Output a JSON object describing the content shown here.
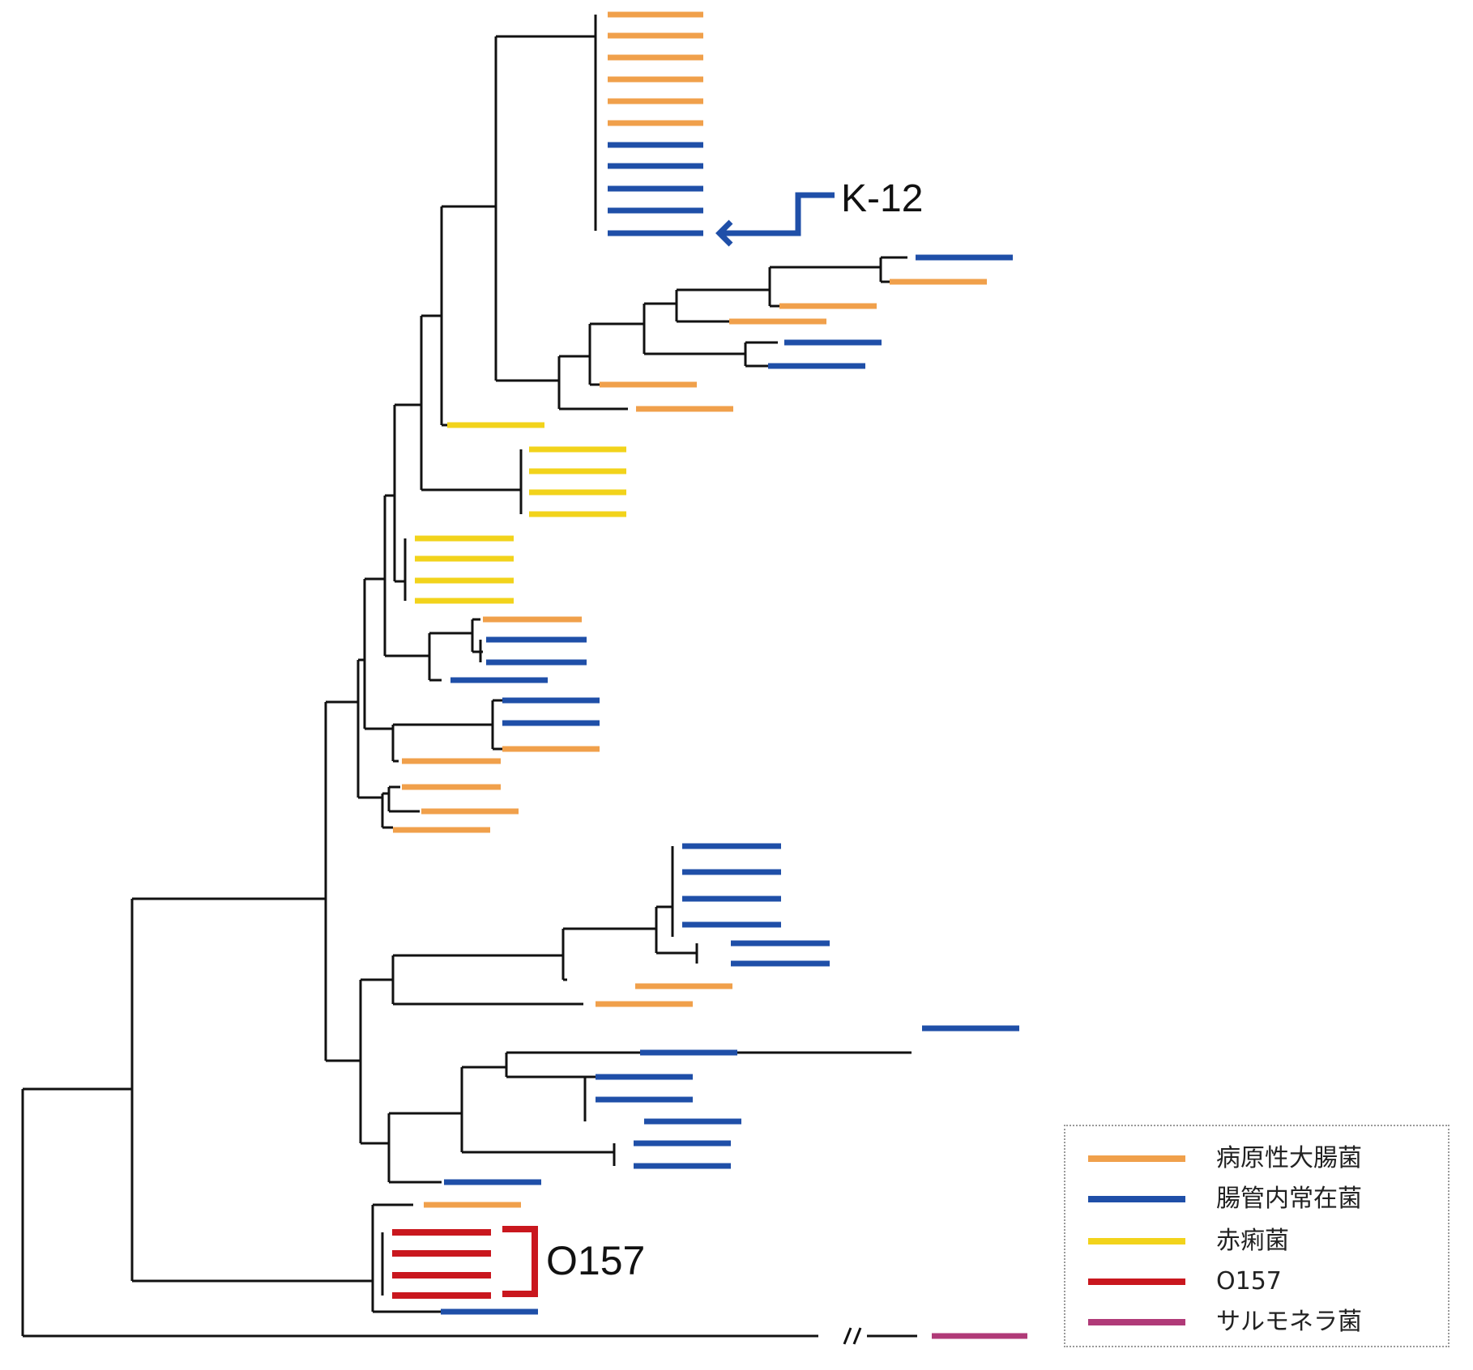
{
  "labels": {
    "k12": "K-12",
    "o157": "O157"
  },
  "colors": {
    "branch": "#111111",
    "pathogenic_ecoli": "#f0a04b",
    "commensal_ecoli": "#1f4fa8",
    "shigella": "#f2d31b",
    "o157": "#c9171e",
    "salmonella": "#b03a78"
  },
  "legend": [
    {
      "key": "pathogenic_ecoli",
      "label": "病原性大腸菌"
    },
    {
      "key": "commensal_ecoli",
      "label": "腸管内常在菌"
    },
    {
      "key": "shigella",
      "label": "赤痢菌"
    },
    {
      "key": "o157",
      "label": "O157"
    },
    {
      "key": "salmonella",
      "label": "サルモネラ菌"
    }
  ],
  "icons": {
    "k12_pointer": "left-arrow-icon",
    "branch_break": "axis-break-icon"
  }
}
